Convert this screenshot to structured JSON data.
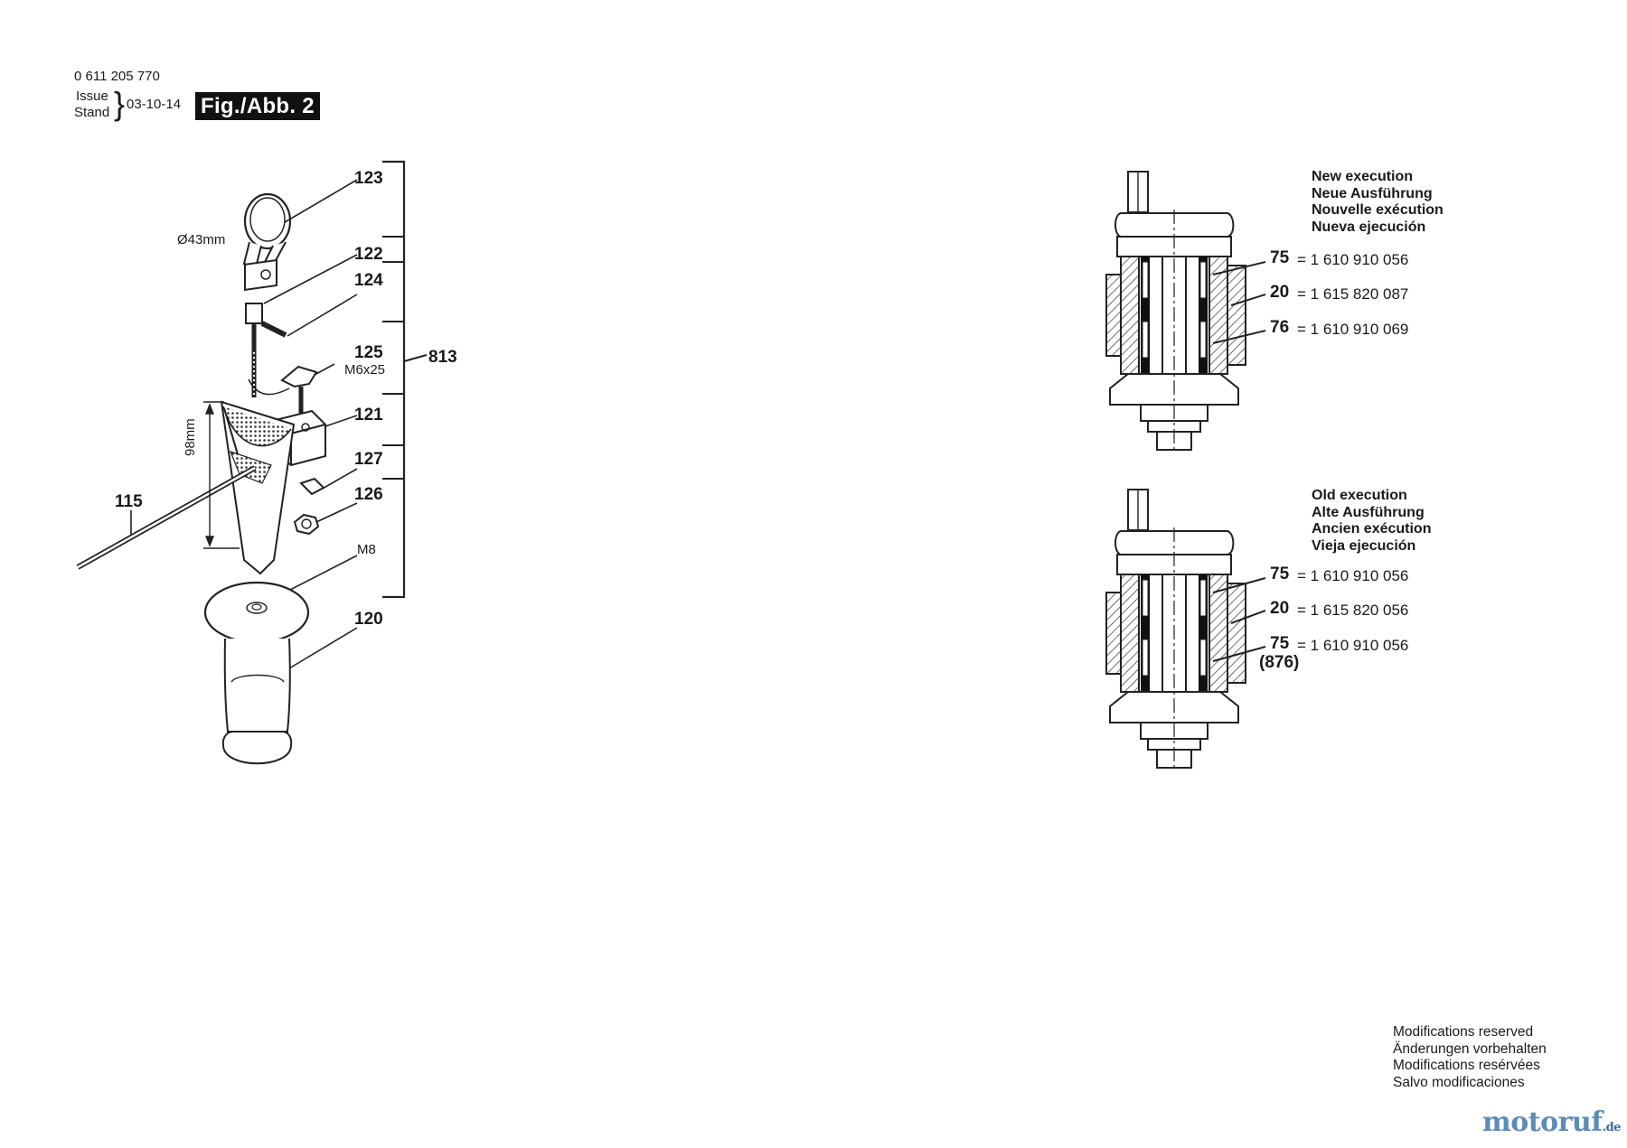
{
  "header": {
    "part_number": "0 611 205 770",
    "issue_label": "Issue",
    "stand_label": "Stand",
    "date": "03-10-14",
    "figure_label": "Fig./Abb. 2"
  },
  "handle_assembly": {
    "callouts": {
      "p123": "123",
      "p122": "122",
      "p124": "124",
      "p125": "125",
      "p121": "121",
      "p127": "127",
      "p126": "126",
      "p120": "120",
      "p115": "115",
      "p813": "813"
    },
    "dims": {
      "clamp_diameter": "Ø43mm",
      "screw_size": "M6x25",
      "depth_rod": "98mm",
      "thread": "M8"
    }
  },
  "new_execution": {
    "headings": [
      "New execution",
      "Neue Ausführung",
      "Nouvelle exécution",
      "Nueva ejecución"
    ],
    "parts": [
      {
        "pos": "75",
        "ref": "= 1 610 910 056"
      },
      {
        "pos": "20",
        "ref": "= 1 615 820 087"
      },
      {
        "pos": "76",
        "ref": "= 1 610 910 069"
      }
    ]
  },
  "old_execution": {
    "headings": [
      "Old execution",
      "Alte Ausführung",
      "Ancien exécution",
      "Vieja ejecución"
    ],
    "parts": [
      {
        "pos": "75",
        "ref": "= 1 610 910 056"
      },
      {
        "pos": "20",
        "ref": "= 1 615 820 056"
      },
      {
        "pos": "75",
        "ref": "= 1 610 910 056"
      }
    ],
    "extra_pos": "(876)"
  },
  "footer": {
    "modifications": [
      "Modifications reserved",
      "Änderungen vorbehalten",
      "Modifications resérvées",
      "Salvo modificaciones"
    ],
    "watermark": {
      "main": "motoruf",
      "suffix": ".de"
    }
  }
}
